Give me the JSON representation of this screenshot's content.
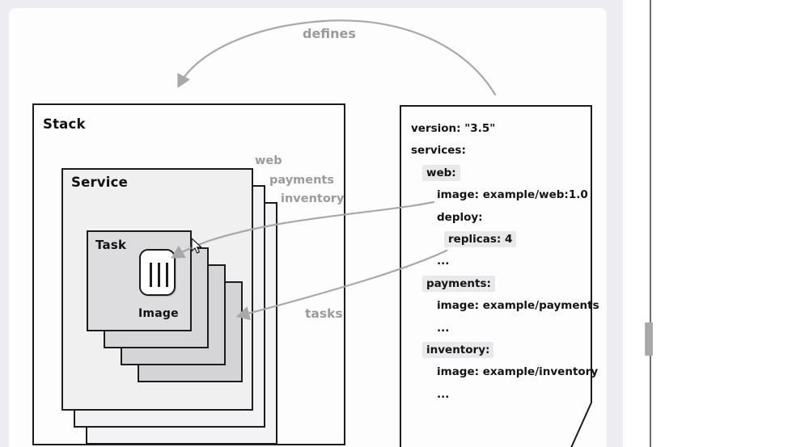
{
  "diagram": {
    "stack_label": "Stack",
    "service_label": "Service",
    "task_label": "Task",
    "image_label": "Image",
    "service_names": [
      "web",
      "payments",
      "inventory"
    ],
    "defines_label": "defines",
    "tasks_label": "tasks"
  },
  "compose": {
    "lines": [
      {
        "text": "version: \"3.5\"",
        "highlight": false
      },
      {
        "text": "services:",
        "highlight": false
      },
      {
        "text": "web:",
        "highlight": true
      },
      {
        "text": "image: example/web:1.0",
        "highlight": false
      },
      {
        "text": "deploy:",
        "highlight": false
      },
      {
        "text": "replicas: 4",
        "highlight": true
      },
      {
        "text": "...",
        "highlight": false
      },
      {
        "text": "payments:",
        "highlight": true
      },
      {
        "text": "image: example/payments",
        "highlight": false
      },
      {
        "text": "...",
        "highlight": false
      },
      {
        "text": "inventory:",
        "highlight": true
      },
      {
        "text": "image: example/inventory",
        "highlight": false
      },
      {
        "text": "...",
        "highlight": false
      }
    ]
  },
  "colors": {
    "margin_bg": "#ededf1",
    "canvas_bg": "#fdfdfd",
    "box_border": "#1c1c1c",
    "service_fill": "#f0f0f1",
    "task_fill": "#dddde0",
    "arrow": "#a8a8a8",
    "muted_label": "#9b9b9b",
    "highlight_bg": "#e9e9eb",
    "scrollbar_thumb": "#a8a8a8"
  }
}
